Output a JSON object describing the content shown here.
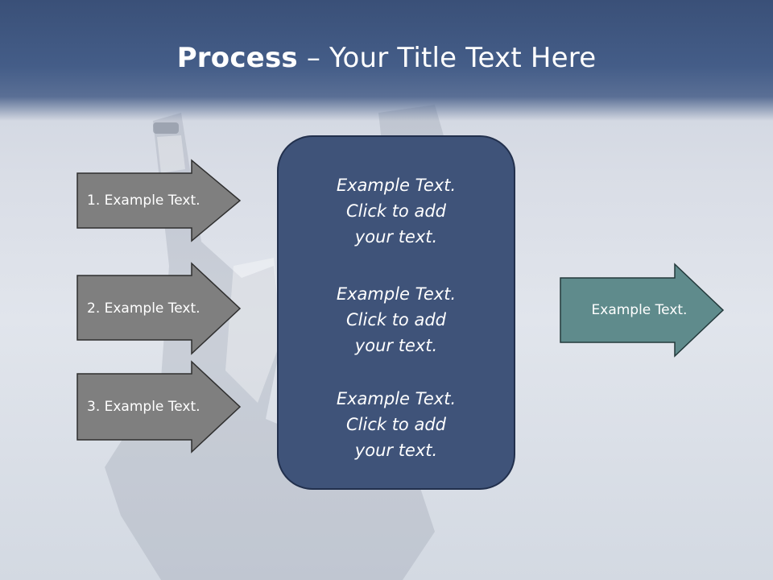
{
  "title": {
    "bold": "Process",
    "rest": " – Your Title Text Here"
  },
  "input_steps": [
    {
      "label": "1. Example Text."
    },
    {
      "label": "2. Example Text."
    },
    {
      "label": "3. Example Text."
    }
  ],
  "center_blocks": [
    {
      "line1": "Example Text.",
      "line2": "Click  to add",
      "line3": "your text."
    },
    {
      "line1": "Example Text.",
      "line2": "Click  to add",
      "line3": "your text."
    },
    {
      "line1": "Example Text.",
      "line2": "Click  to add",
      "line3": "your text."
    }
  ],
  "output": {
    "label": "Example Text."
  },
  "colors": {
    "title_band": "#445d88",
    "input_arrow": "#7f7f7f",
    "center_box": "#3f5379",
    "output_arrow": "#5f8b8c"
  }
}
